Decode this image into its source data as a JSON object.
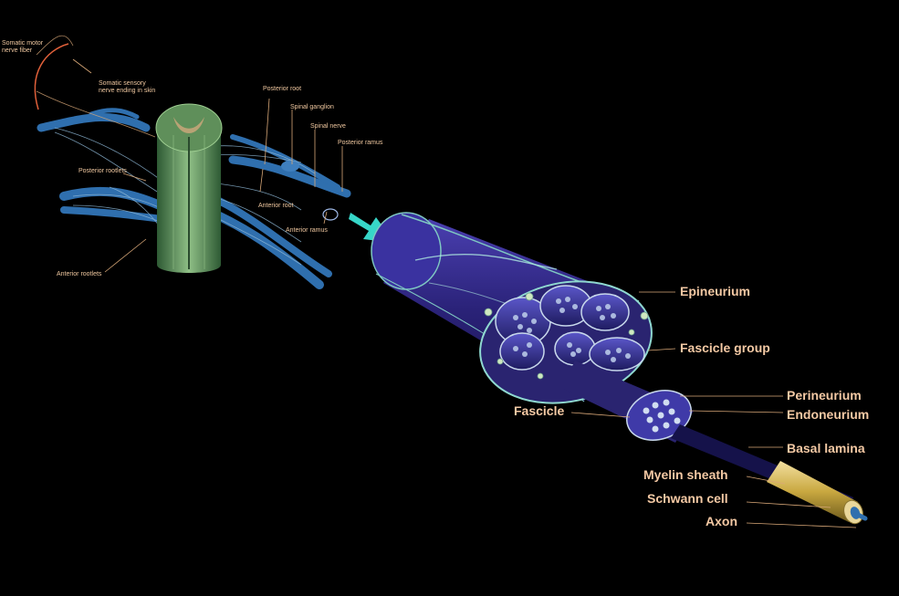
{
  "labels_small": {
    "somatic_motor": "Somatic motor\nnerve fiber",
    "somatic_sensory": "Somatic sensory\nnerve ending in skin",
    "posterior_root": "Posterior root",
    "spinal_ganglion": "Spinal ganglion",
    "spinal_nerve": "Spinal nerve",
    "posterior_ramus": "Posterior ramus",
    "posterior_rootlets": "Posterior rootlets",
    "anterior_root": "Anterior root",
    "anterior_ramus": "Anterior ramus",
    "anterior_rootlets": "Anterior rootlets"
  },
  "labels_big": {
    "epineurium": "Epineurium",
    "fascicle_group": "Fascicle group",
    "perineurium": "Perineurium",
    "endoneurium": "Endoneurium",
    "basal_lamina": "Basal lamina",
    "fascicle": "Fascicle",
    "myelin_sheath": "Myelin sheath",
    "schwann_cell": "Schwann cell",
    "axon": "Axon"
  },
  "colors": {
    "background": "#000000",
    "label_text": "#f0c8a0",
    "leader_line": "#d9a878",
    "arrow": "#37d6c8",
    "nerve_blue": "#2f6fae",
    "cord_green": "#4f7f52",
    "epineurium_purple": "#3a2f8c",
    "myelin_yellow": "#d8c064"
  }
}
